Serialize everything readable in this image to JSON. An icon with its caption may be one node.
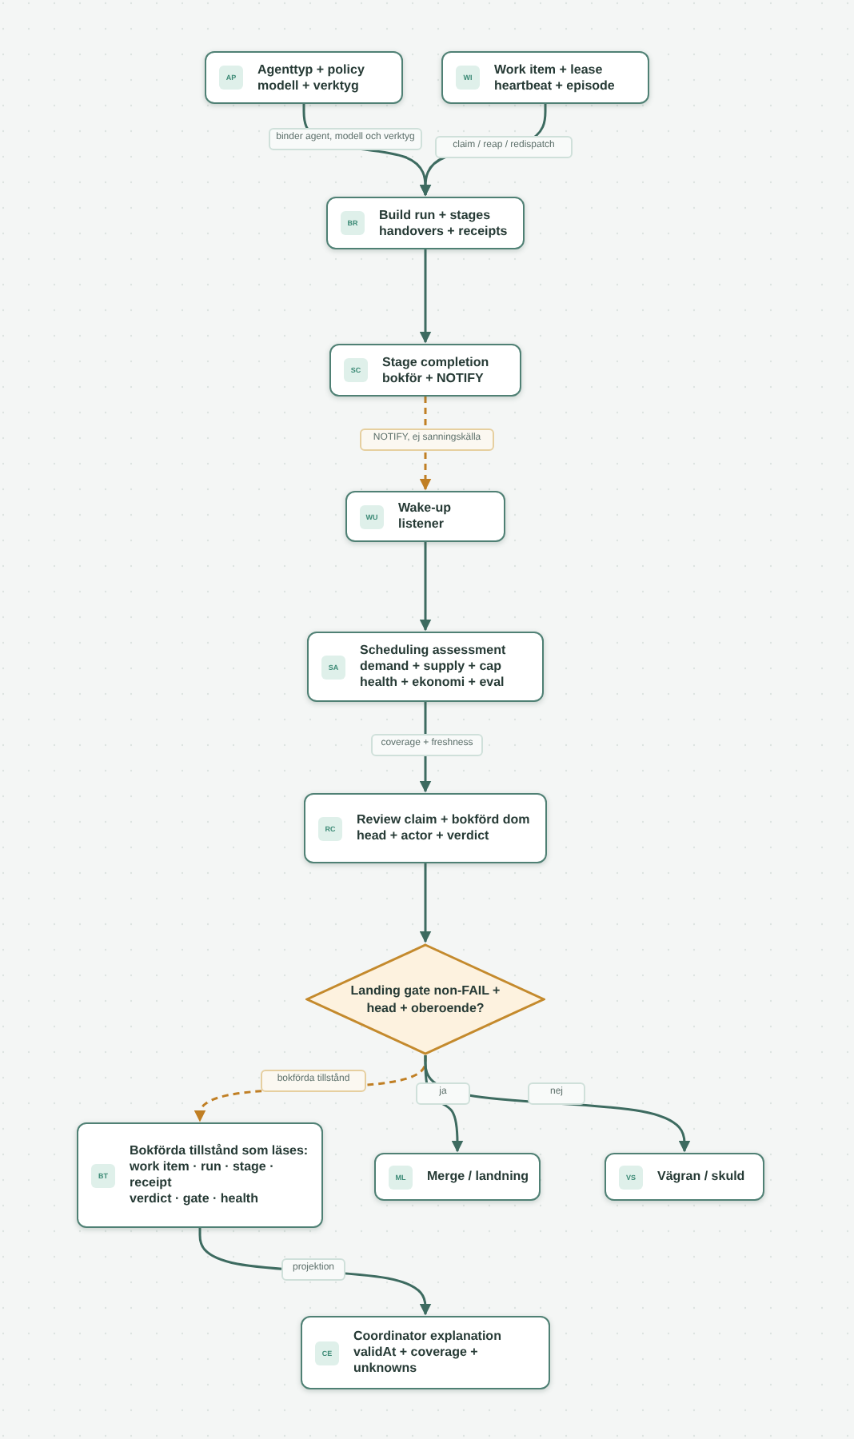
{
  "diagram": {
    "nodes": [
      {
        "text": [
          "AP",
          "Agenttyp + policy",
          "modell + verktyg"
        ]
      },
      {
        "text": [
          "WI",
          "Work item + lease",
          "heartbeat + episode"
        ]
      },
      {
        "text": [
          "BR",
          "Build run + stages",
          "handovers + receipts"
        ]
      },
      {
        "text": [
          "SC",
          "Stage completion",
          "bokför + NOTIFY"
        ]
      },
      {
        "text": [
          "WU",
          "Wake-up listener"
        ]
      },
      {
        "text": [
          "SA",
          "Scheduling assessment",
          "demand + supply + cap",
          "health + ekonomi + eval"
        ]
      },
      {
        "text": [
          "RC",
          "Review claim + bokförd dom",
          "head + actor + verdict"
        ]
      },
      {
        "text": [
          "Landing gate non-FAIL + head + oberoende?"
        ]
      },
      {
        "text": [
          "BT",
          "Bokförda tillstånd som läses:",
          "work item · run · stage · receipt",
          "verdict · gate · health"
        ]
      },
      {
        "text": [
          "ML",
          "Merge / landning"
        ]
      },
      {
        "text": [
          "VS",
          "Vägran / skuld"
        ]
      },
      {
        "text": [
          "CE",
          "Coordinator explanation",
          "validAt + coverage + unknowns"
        ]
      }
    ],
    "edges": [
      {
        "from": 0,
        "to": 2,
        "arrow": "to",
        "label": "binder agent, modell och verktyg"
      },
      {
        "from": 1,
        "to": 2,
        "arrow": "to",
        "label": "claim / reap / redispatch"
      },
      {
        "from": 2,
        "to": 3,
        "arrow": "to"
      },
      {
        "from": 3,
        "to": 4,
        "arrow": "to",
        "label": "NOTIFY, ej sanningskälla",
        "style": "dashed",
        "color": "#c07f24"
      },
      {
        "from": 4,
        "to": 5,
        "arrow": "to"
      },
      {
        "from": 5,
        "to": 6,
        "arrow": "to",
        "label": "coverage + freshness"
      },
      {
        "from": 6,
        "to": 7,
        "arrow": "to"
      },
      {
        "from": 7,
        "to": 8,
        "arrow": "to",
        "label": "bokförda tillstånd",
        "style": "dashed",
        "color": "#c07f24"
      },
      {
        "from": 7,
        "to": 9,
        "arrow": "to",
        "label": "ja"
      },
      {
        "from": 7,
        "to": 10,
        "arrow": "to",
        "label": "nej"
      },
      {
        "from": 8,
        "to": 11,
        "arrow": "to",
        "label": "projektion"
      }
    ]
  }
}
